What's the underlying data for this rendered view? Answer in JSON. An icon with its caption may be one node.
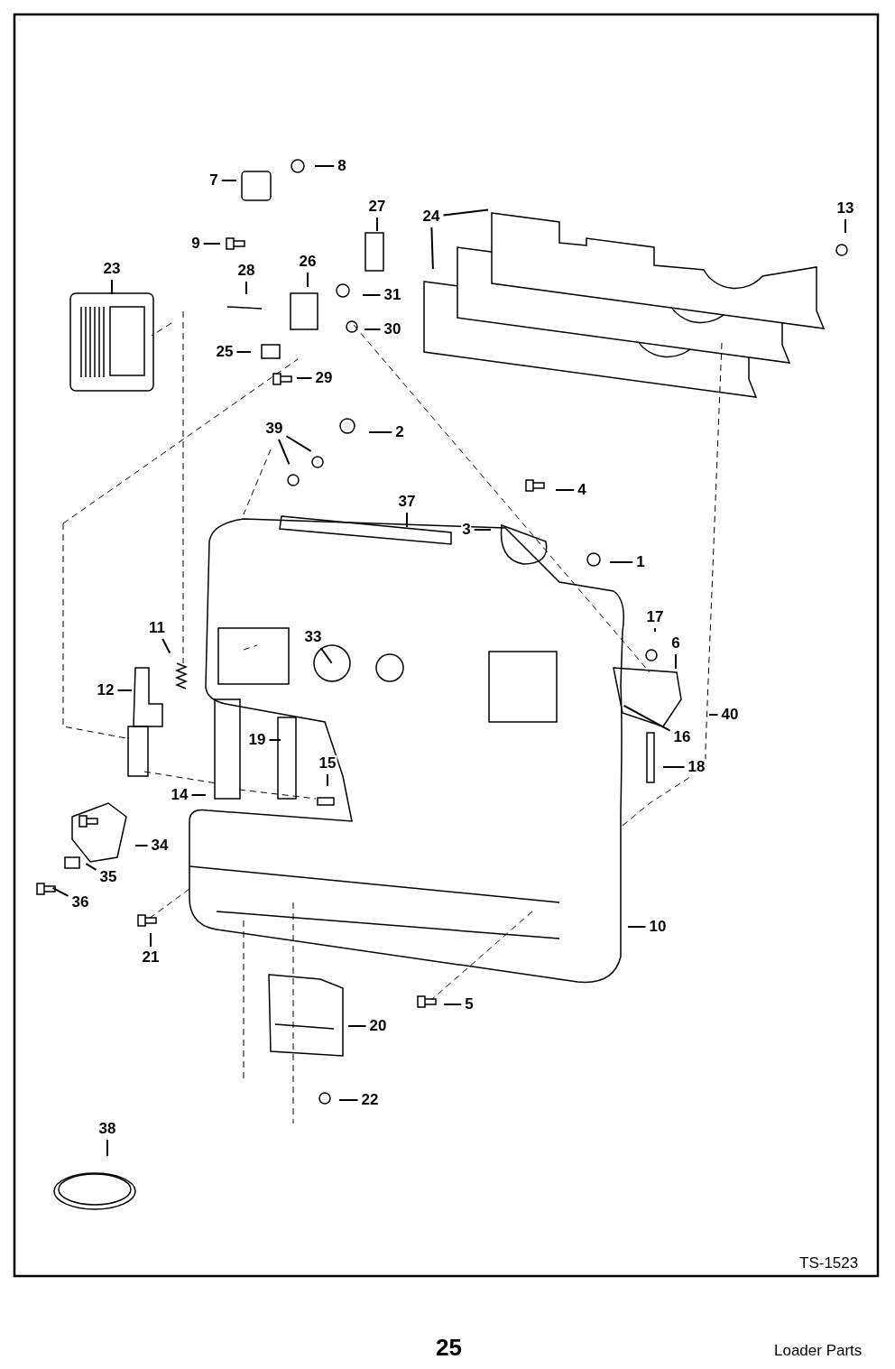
{
  "diagram": {
    "nodes": [
      {
        "text": [
          "1"
        ]
      },
      {
        "text": [
          "2"
        ]
      },
      {
        "text": [
          "3"
        ]
      },
      {
        "text": [
          "4"
        ]
      },
      {
        "text": [
          "5"
        ]
      },
      {
        "text": [
          "6"
        ]
      },
      {
        "text": [
          "7"
        ]
      },
      {
        "text": [
          "8"
        ]
      },
      {
        "text": [
          "9"
        ]
      },
      {
        "text": [
          "10"
        ]
      },
      {
        "text": [
          "11"
        ]
      },
      {
        "text": [
          "12"
        ]
      },
      {
        "text": [
          "13"
        ]
      },
      {
        "text": [
          "14"
        ]
      },
      {
        "text": [
          "15"
        ]
      },
      {
        "text": [
          "16"
        ]
      },
      {
        "text": [
          "17"
        ]
      },
      {
        "text": [
          "18"
        ]
      },
      {
        "text": [
          "19"
        ]
      },
      {
        "text": [
          "20"
        ]
      },
      {
        "text": [
          "21"
        ]
      },
      {
        "text": [
          "22"
        ]
      },
      {
        "text": [
          "23"
        ]
      },
      {
        "text": [
          "24"
        ]
      },
      {
        "text": [
          "25"
        ]
      },
      {
        "text": [
          "26"
        ]
      },
      {
        "text": [
          "27"
        ]
      },
      {
        "text": [
          "28"
        ]
      },
      {
        "text": [
          "29"
        ]
      },
      {
        "text": [
          "30"
        ]
      },
      {
        "text": [
          "31"
        ]
      },
      {
        "text": [
          "33"
        ]
      },
      {
        "text": [
          "34"
        ]
      },
      {
        "text": [
          "35"
        ]
      },
      {
        "text": [
          "36"
        ]
      },
      {
        "text": [
          "37"
        ]
      },
      {
        "text": [
          "38"
        ]
      },
      {
        "text": [
          "39"
        ]
      },
      {
        "text": [
          "40"
        ]
      }
    ],
    "edges": [
      {
        "from": 0,
        "to": null,
        "arrow": "none"
      },
      {
        "from": 1,
        "to": null,
        "arrow": "none"
      },
      {
        "from": 2,
        "to": null,
        "arrow": "none"
      },
      {
        "from": 3,
        "to": null,
        "arrow": "none"
      },
      {
        "from": 4,
        "to": null,
        "arrow": "none"
      },
      {
        "from": 5,
        "to": null,
        "arrow": "none"
      },
      {
        "from": 6,
        "to": null,
        "arrow": "none"
      },
      {
        "from": 7,
        "to": null,
        "arrow": "none"
      },
      {
        "from": 8,
        "to": null,
        "arrow": "none"
      },
      {
        "from": 9,
        "to": null,
        "arrow": "none"
      },
      {
        "from": 10,
        "to": null,
        "arrow": "none"
      },
      {
        "from": 11,
        "to": null,
        "arrow": "none"
      },
      {
        "from": 12,
        "to": null,
        "arrow": "none"
      },
      {
        "from": 13,
        "to": null,
        "arrow": "none"
      },
      {
        "from": 14,
        "to": null,
        "arrow": "none"
      },
      {
        "from": 15,
        "to": null,
        "arrow": "none"
      },
      {
        "from": 16,
        "to": null,
        "arrow": "none"
      },
      {
        "from": 17,
        "to": null,
        "arrow": "none"
      },
      {
        "from": 18,
        "to": null,
        "arrow": "none"
      },
      {
        "from": 19,
        "to": null,
        "arrow": "none"
      },
      {
        "from": 20,
        "to": null,
        "arrow": "none"
      },
      {
        "from": 21,
        "to": null,
        "arrow": "none"
      },
      {
        "from": 22,
        "to": null,
        "arrow": "none"
      },
      {
        "from": 23,
        "to": null,
        "arrow": "none"
      },
      {
        "from": 23,
        "to": null,
        "arrow": "none"
      },
      {
        "from": 24,
        "to": null,
        "arrow": "none"
      },
      {
        "from": 25,
        "to": null,
        "arrow": "none"
      },
      {
        "from": 26,
        "to": null,
        "arrow": "none"
      },
      {
        "from": 27,
        "to": null,
        "arrow": "none"
      },
      {
        "from": 28,
        "to": null,
        "arrow": "none"
      },
      {
        "from": 29,
        "to": null,
        "arrow": "none"
      },
      {
        "from": 30,
        "to": null,
        "arrow": "none"
      },
      {
        "from": 31,
        "to": null,
        "arrow": "none"
      },
      {
        "from": 32,
        "to": null,
        "arrow": "none"
      },
      {
        "from": 33,
        "to": null,
        "arrow": "none"
      },
      {
        "from": 34,
        "to": null,
        "arrow": "none"
      },
      {
        "from": 35,
        "to": null,
        "arrow": "none"
      },
      {
        "from": 36,
        "to": null,
        "arrow": "none"
      },
      {
        "from": 37,
        "to": null,
        "arrow": "none"
      },
      {
        "from": 37,
        "to": null,
        "arrow": "none"
      },
      {
        "from": 38,
        "to": null,
        "arrow": "none"
      }
    ],
    "labels": [
      "TS-1523",
      "25",
      "Loader Parts"
    ]
  }
}
